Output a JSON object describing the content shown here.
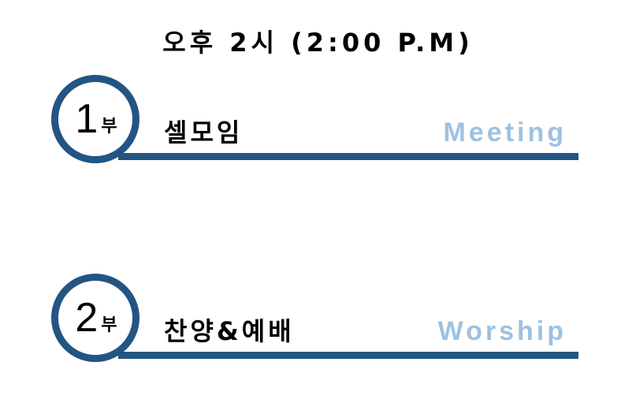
{
  "colors": {
    "accent": "#235582",
    "english_label": "#9ec1e1",
    "text": "#000000",
    "background": "#ffffff"
  },
  "header": {
    "title": "오후 2시 (2:00 P.M)"
  },
  "sessions": [
    {
      "number": "1",
      "suffix": "부",
      "title": "셀모임",
      "english": "Meeting"
    },
    {
      "number": "2",
      "suffix": "부",
      "title": "찬양&예배",
      "english": "Worship"
    }
  ]
}
